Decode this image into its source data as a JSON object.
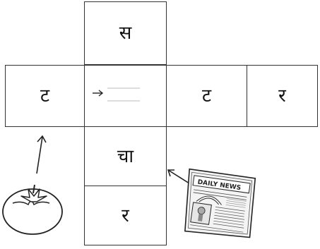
{
  "cells": {
    "top": "स",
    "left": "ट",
    "middle": "",
    "right_1": "ट",
    "right_2": "र",
    "bottom_1": "चा",
    "bottom_2": "र"
  },
  "newspaper": {
    "title": "DAILY NEWS"
  },
  "icons": {
    "tomato": "tomato-icon",
    "newspaper": "newspaper-icon"
  },
  "colors": {
    "ink": "#222222",
    "background": "#ffffff"
  }
}
